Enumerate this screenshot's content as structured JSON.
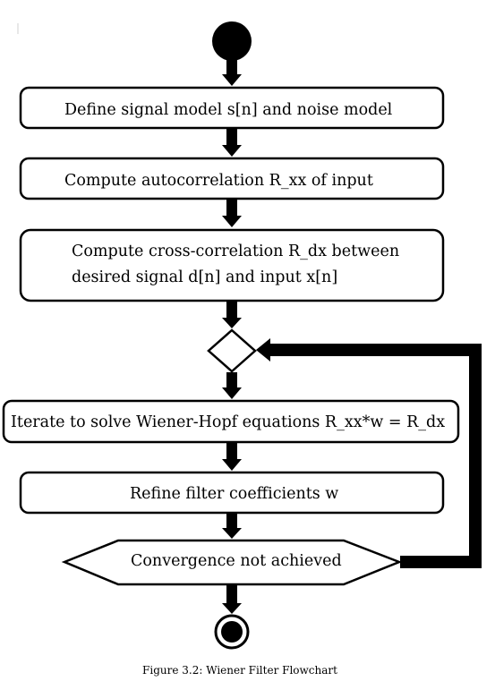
{
  "flowchart": {
    "steps": [
      {
        "text": "Define signal model s[n] and noise model"
      },
      {
        "text": "Compute autocorrelation R_xx of input"
      },
      {
        "text_line1": "Compute cross-correlation R_dx between",
        "text_line2": "desired signal d[n] and input x[n]"
      },
      {
        "text": "Iterate to solve Wiener-Hopf equations R_xx*w = R_dx"
      },
      {
        "text": "Refine filter coefficients w"
      }
    ],
    "condition": {
      "text": "Convergence not achieved"
    }
  },
  "caption": "Figure 3.2: Wiener Filter Flowchart"
}
